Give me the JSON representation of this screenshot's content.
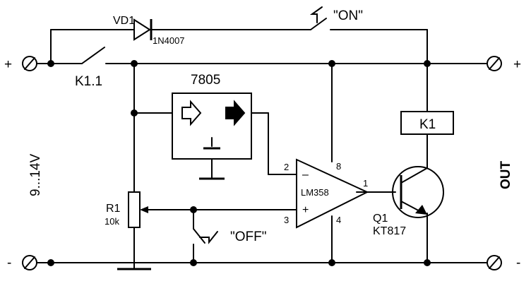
{
  "labels": {
    "diode_ref": "VD1",
    "diode_part": "1N4007",
    "switch_on": "\"ON\"",
    "switch_off": "\"OFF\"",
    "relay_contact": "K1.1",
    "regulator": "7805",
    "relay_coil": "K1",
    "opamp": "LM358",
    "pin2": "2",
    "pin3": "3",
    "pin8": "8",
    "pin4": "4",
    "pin1": "1",
    "minus_in": "–",
    "plus_in": "+",
    "pot_ref": "R1",
    "pot_value": "10k",
    "transistor_ref": "Q1",
    "transistor_part": "KT817",
    "supply_range": "9...14V",
    "output_label": "OUT",
    "plus_left": "+",
    "minus_left": "-",
    "plus_right": "+",
    "minus_right": "-"
  },
  "colors": {
    "ink": "#000000",
    "background": "#ffffff"
  }
}
